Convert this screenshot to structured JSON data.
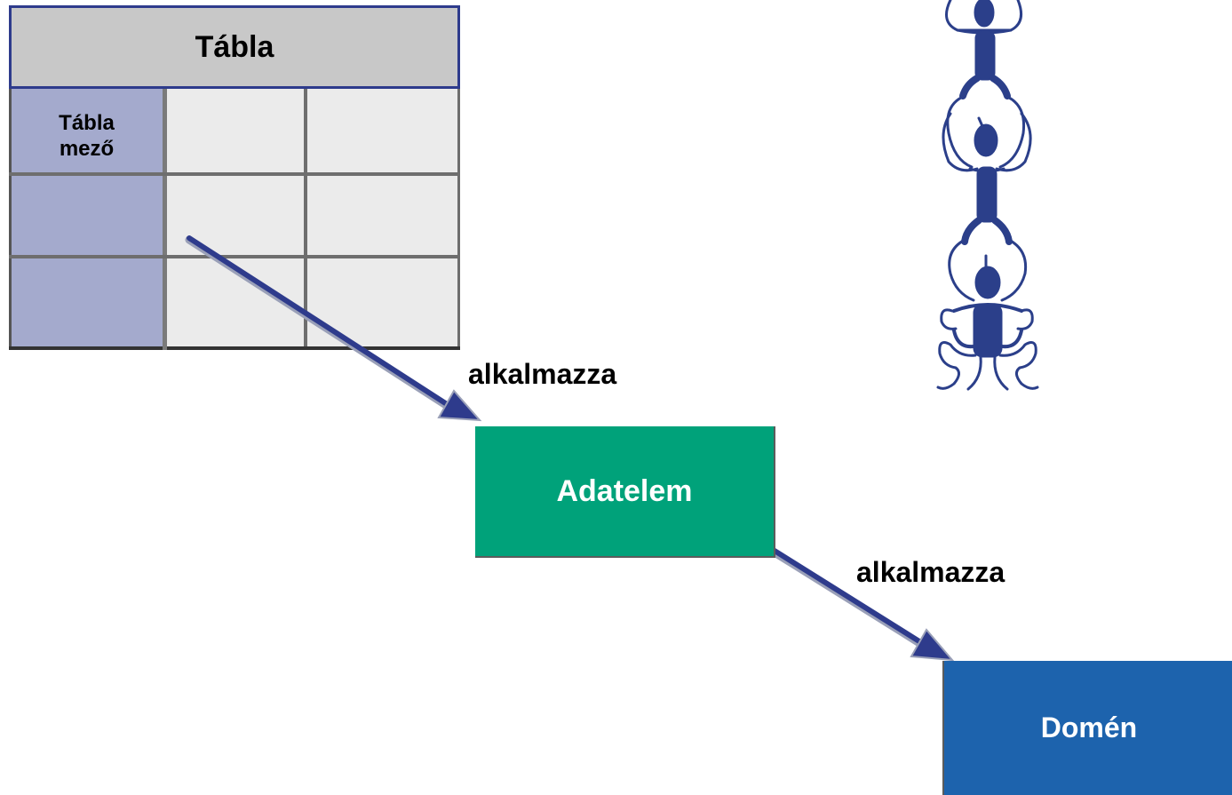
{
  "table": {
    "title": "Tábla",
    "field_label": "Tábla\nmező"
  },
  "relations": [
    {
      "label": "alkalmazza"
    },
    {
      "label": "alkalmazza"
    }
  ],
  "entities": {
    "data_element": "Adatelem",
    "domain": "Domén"
  },
  "colors": {
    "table_header": "#c8c8c8",
    "table_border": "#2e3b8c",
    "key_column": "#a4aacd",
    "cell": "#ebebeb",
    "arrow": "#2e3b8c",
    "data_element_box": "#00a27a",
    "domain_box": "#1d63ad",
    "figures": "#2b3f8a"
  },
  "icons": [
    "stacked-figures-illustration",
    "arrow-icon"
  ]
}
